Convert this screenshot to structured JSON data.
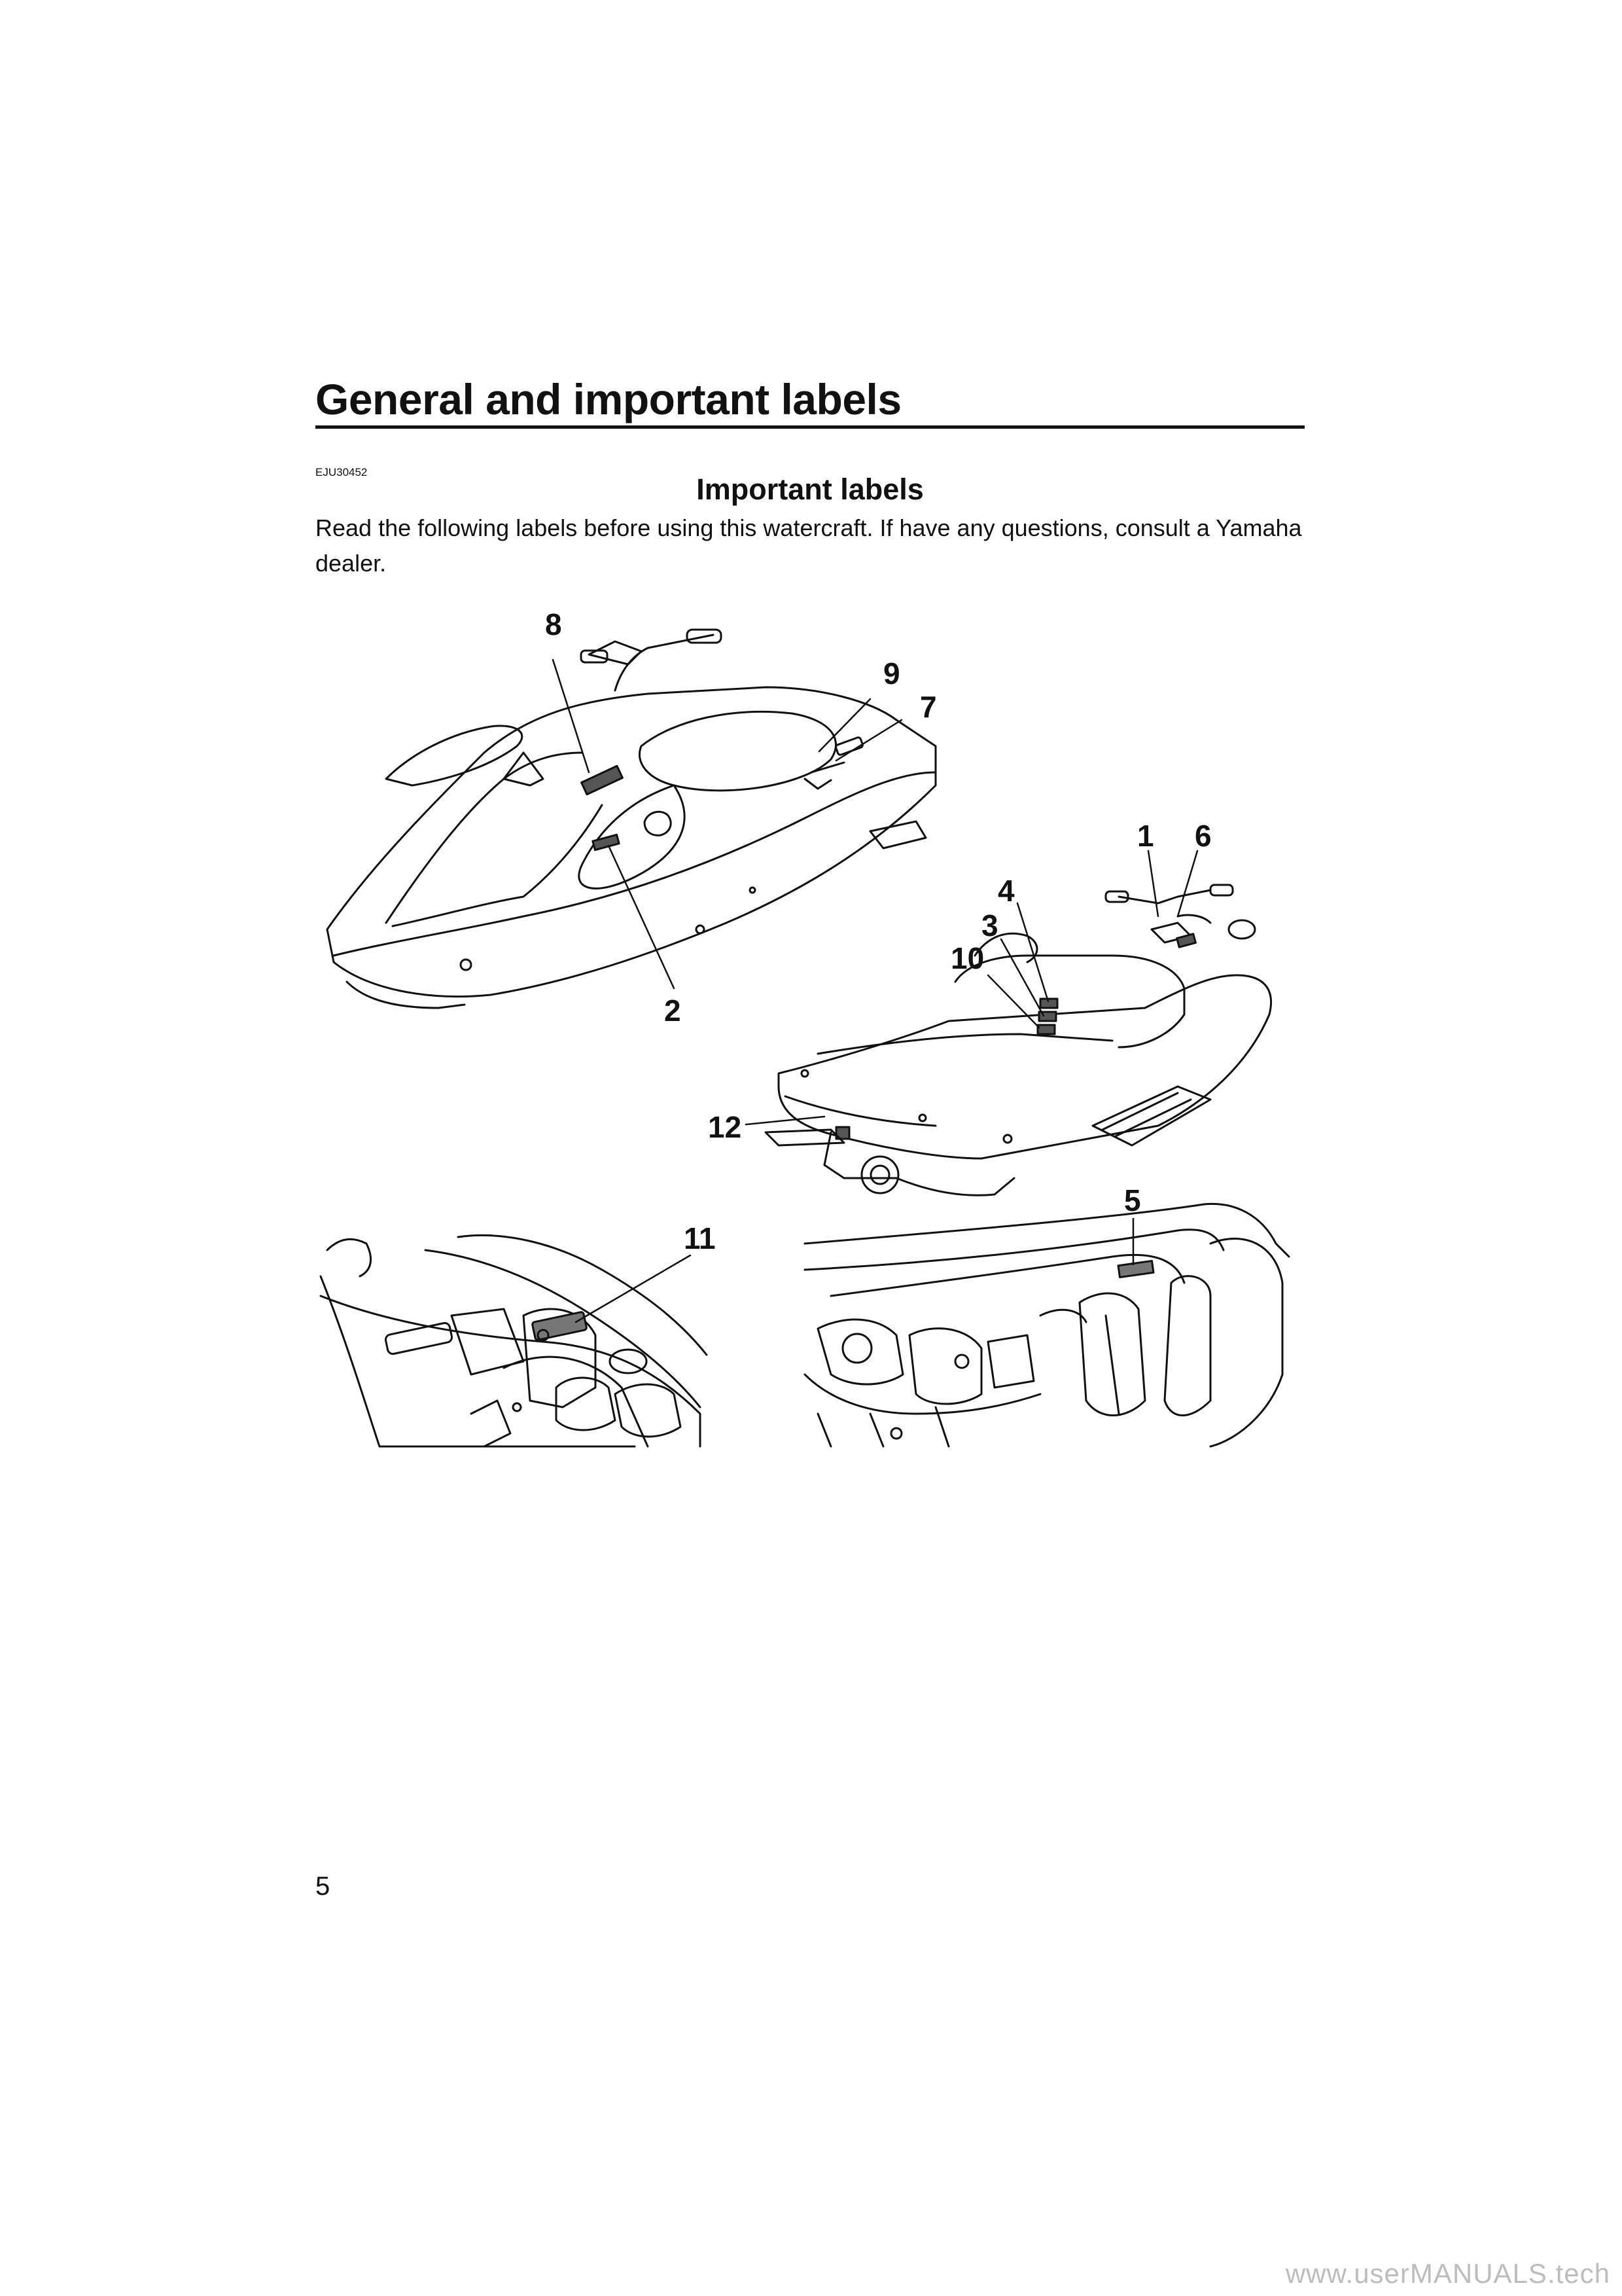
{
  "header": {
    "title": "General and important labels"
  },
  "section": {
    "code": "EJU30452",
    "heading": "Important labels",
    "intro": "Read the following labels before using this watercraft. If have any questions, consult a Yamaha dealer."
  },
  "figure": {
    "callouts": [
      "8",
      "9",
      "7",
      "1",
      "6",
      "4",
      "3",
      "10",
      "2",
      "12",
      "11",
      "5"
    ]
  },
  "footer": {
    "page_number": "5",
    "watermark": "www.userMANUALS.tech"
  }
}
